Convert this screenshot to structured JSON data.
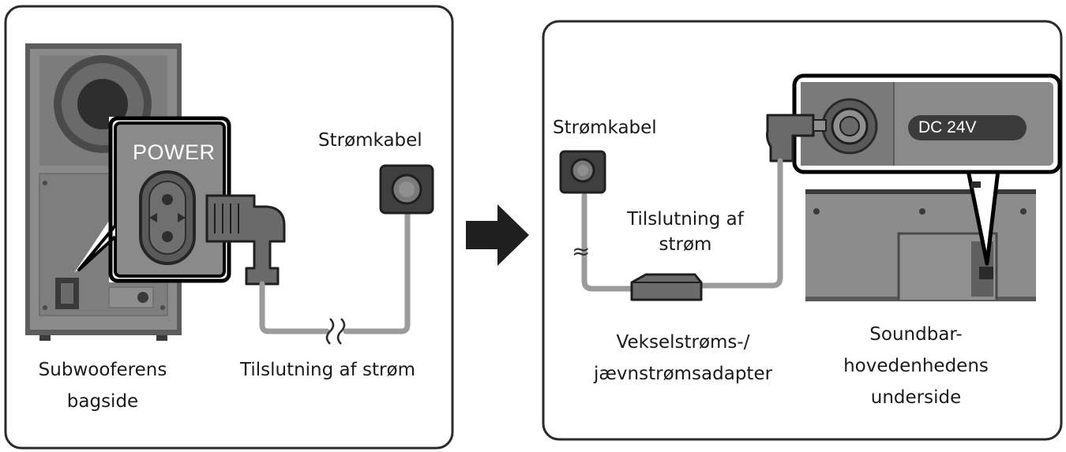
{
  "left_panel": {
    "power_label": "POWER",
    "cable_label": "Strømkabel",
    "connection_label": "Tilslutning af strøm",
    "subwoofer_label": [
      "Subwooferens",
      "bagside"
    ]
  },
  "right_panel": {
    "cable_label": "Strømkabel",
    "connection_label": [
      "Tilslutning af",
      "strøm"
    ],
    "dc_label": "DC 24V",
    "adapter_label": [
      "Vekselstrøms-/",
      "jævnstrømsadapter"
    ],
    "soundbar_label": [
      "Soundbar-",
      "hovedenhedens",
      "underside"
    ]
  },
  "colors": {
    "panel_border": "#2b2b2b",
    "device_body": "#7f7f7f",
    "cable": "#9b9b9b",
    "dark": "#3a3a3a",
    "arrow": "#1f1f1f"
  }
}
